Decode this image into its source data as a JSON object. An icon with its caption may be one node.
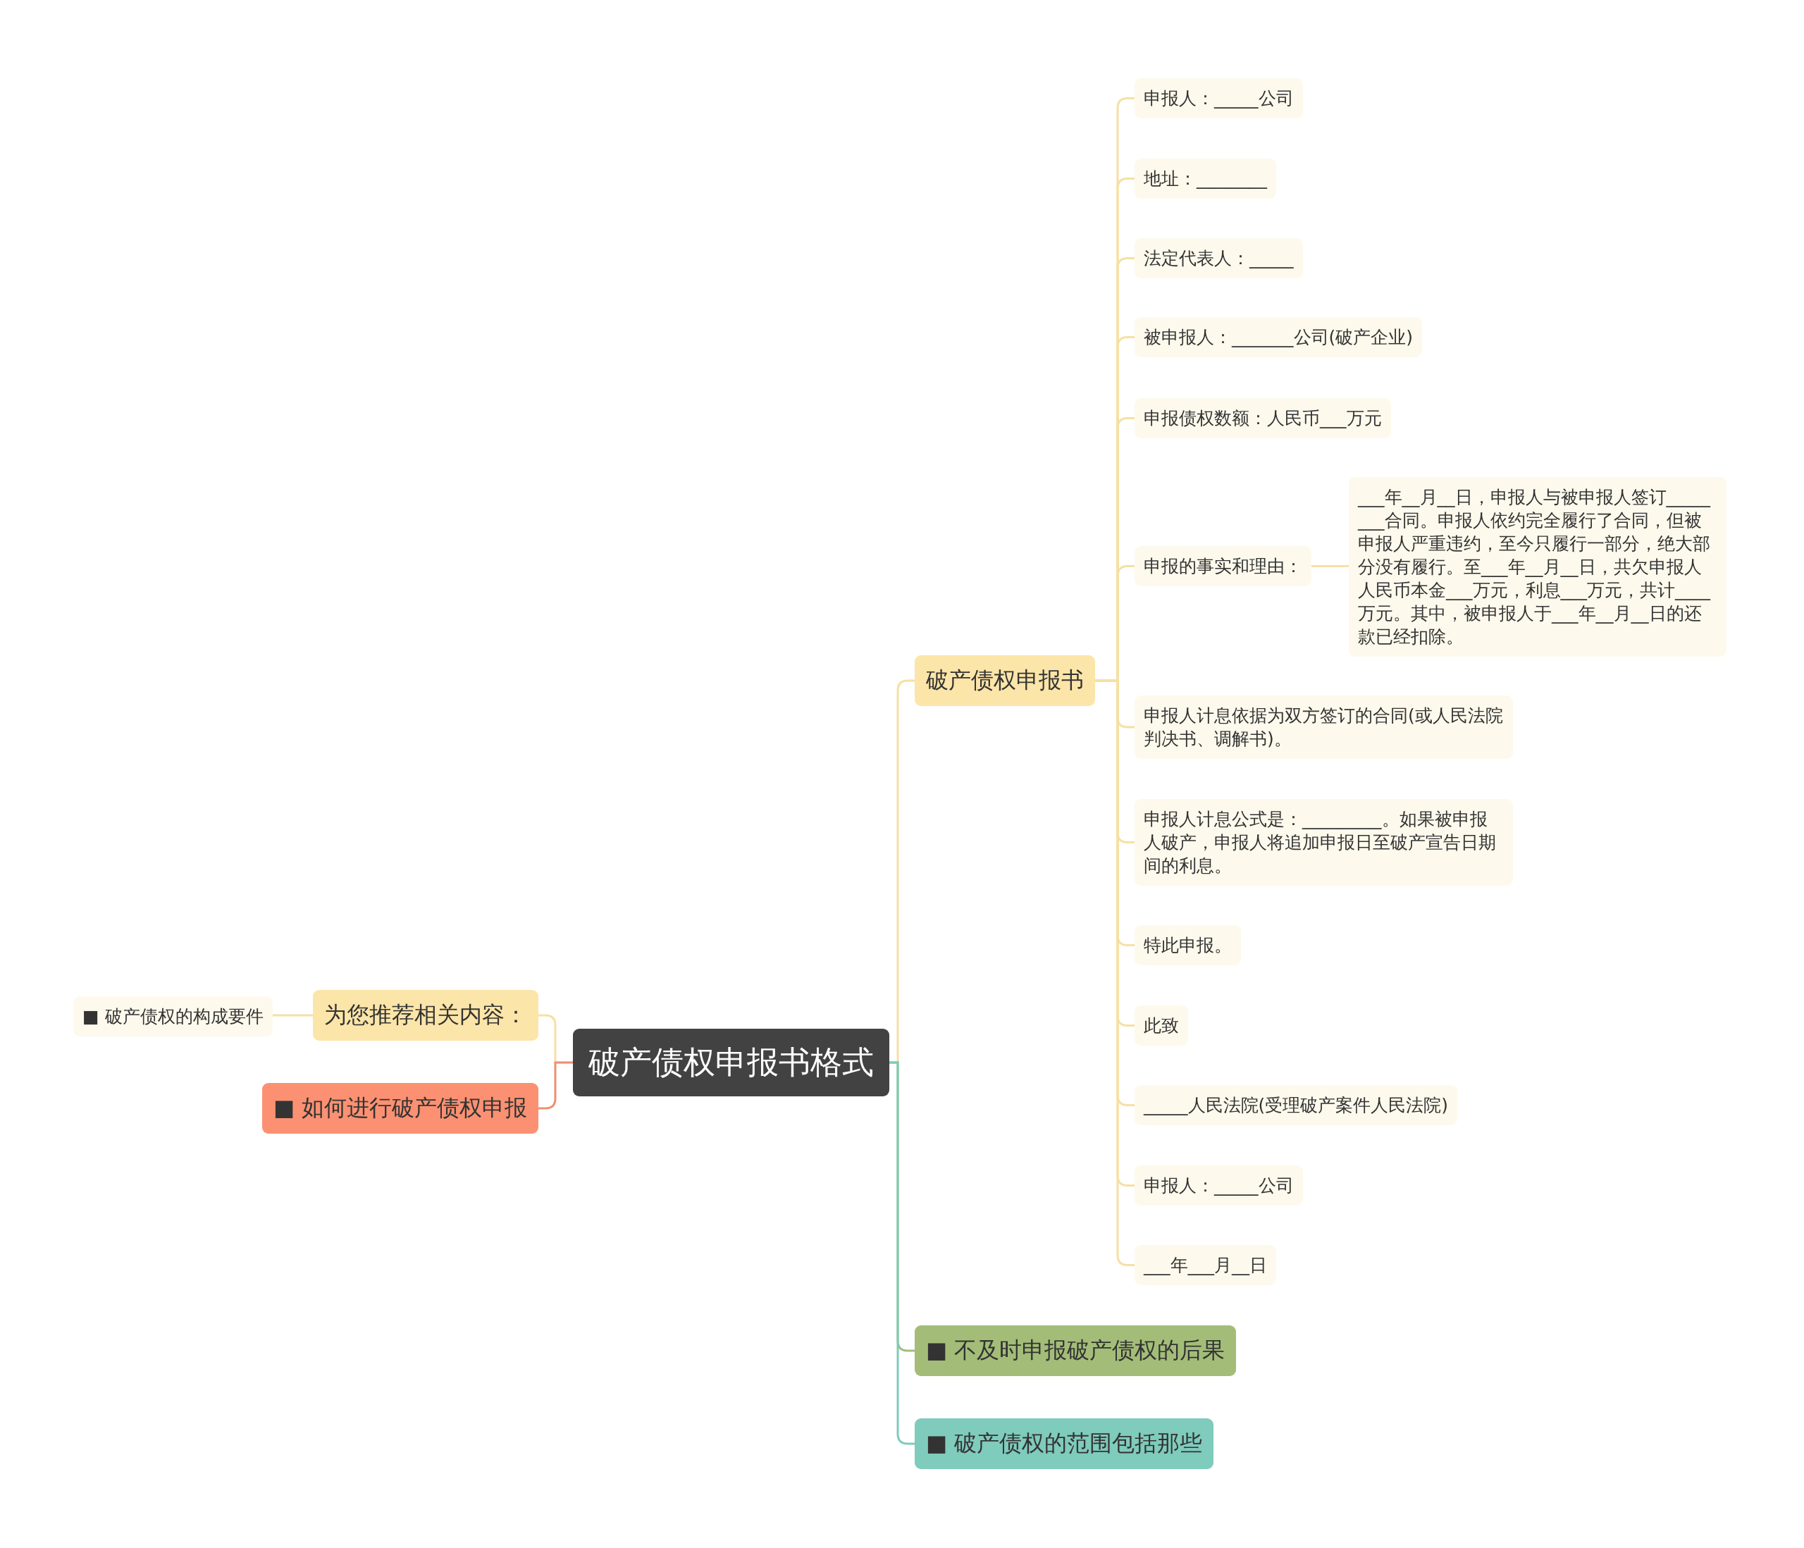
{
  "diagram": {
    "nodes": [
      {
        "text": [
          "破产债权申报书格式"
        ]
      },
      {
        "text": [
          "破产债权申报书"
        ]
      },
      {
        "text": [
          "申报人：_____公司"
        ]
      },
      {
        "text": [
          "地址：________"
        ]
      },
      {
        "text": [
          "法定代表人：_____"
        ]
      },
      {
        "text": [
          "被申报人：_______公司(破产企业)"
        ]
      },
      {
        "text": [
          "申报债权数额：人民币___万元"
        ]
      },
      {
        "text": [
          "申报的事实和理由："
        ]
      },
      {
        "text": [
          "申报人计息依据为双方签订的合同(或人民法院判决书、调解书)。"
        ]
      },
      {
        "text": [
          "申报人计息公式是：_________。如果被申报人破产，申报人将追加申报日至破产宣告日期间的利息。"
        ]
      },
      {
        "text": [
          "特此申报。"
        ]
      },
      {
        "text": [
          "此致"
        ]
      },
      {
        "text": [
          "_____人民法院(受理破产案件人民法院)"
        ]
      },
      {
        "text": [
          "申报人：_____公司"
        ]
      },
      {
        "text": [
          "___年___月__日"
        ]
      },
      {
        "text": [
          "___年__月__日，申报人与被申报人签订________合同。申报人依约完全履行了合同，但被申报人严重违约，至今只履行一部分，绝大部分没有履行。至___年__月__日，共欠申报人人民币本金___万元，利息___万元，共计____万元。其中，被申报人于___年__月__日的还款已经扣除。"
        ]
      },
      {
        "text": [
          "■ 不及时申报破产债权的后果"
        ]
      },
      {
        "text": [
          "■ 破产债权的范围包括那些"
        ]
      },
      {
        "text": [
          "为您推荐相关内容："
        ]
      },
      {
        "text": [
          "■ 破产债权的构成要件"
        ]
      },
      {
        "text": [
          "■ 如何进行破产债权申报"
        ]
      }
    ],
    "edges": [
      {
        "from": 0,
        "to": 1,
        "arrow": "none"
      },
      {
        "from": 1,
        "to": 2,
        "arrow": "none"
      },
      {
        "from": 1,
        "to": 3,
        "arrow": "none"
      },
      {
        "from": 1,
        "to": 4,
        "arrow": "none"
      },
      {
        "from": 1,
        "to": 5,
        "arrow": "none"
      },
      {
        "from": 1,
        "to": 6,
        "arrow": "none"
      },
      {
        "from": 1,
        "to": 7,
        "arrow": "none"
      },
      {
        "from": 1,
        "to": 8,
        "arrow": "none"
      },
      {
        "from": 1,
        "to": 9,
        "arrow": "none"
      },
      {
        "from": 1,
        "to": 10,
        "arrow": "none"
      },
      {
        "from": 1,
        "to": 11,
        "arrow": "none"
      },
      {
        "from": 1,
        "to": 12,
        "arrow": "none"
      },
      {
        "from": 1,
        "to": 13,
        "arrow": "none"
      },
      {
        "from": 1,
        "to": 14,
        "arrow": "none"
      },
      {
        "from": 7,
        "to": 15,
        "arrow": "none"
      },
      {
        "from": 0,
        "to": 16,
        "arrow": "none",
        "color": "#a3bd78"
      },
      {
        "from": 0,
        "to": 17,
        "arrow": "none",
        "color": "#7fcbbc"
      },
      {
        "from": 0,
        "to": 18,
        "arrow": "none"
      },
      {
        "from": 18,
        "to": 19,
        "arrow": "none"
      },
      {
        "from": 0,
        "to": 20,
        "arrow": "none",
        "color": "#f0906e"
      }
    ]
  }
}
